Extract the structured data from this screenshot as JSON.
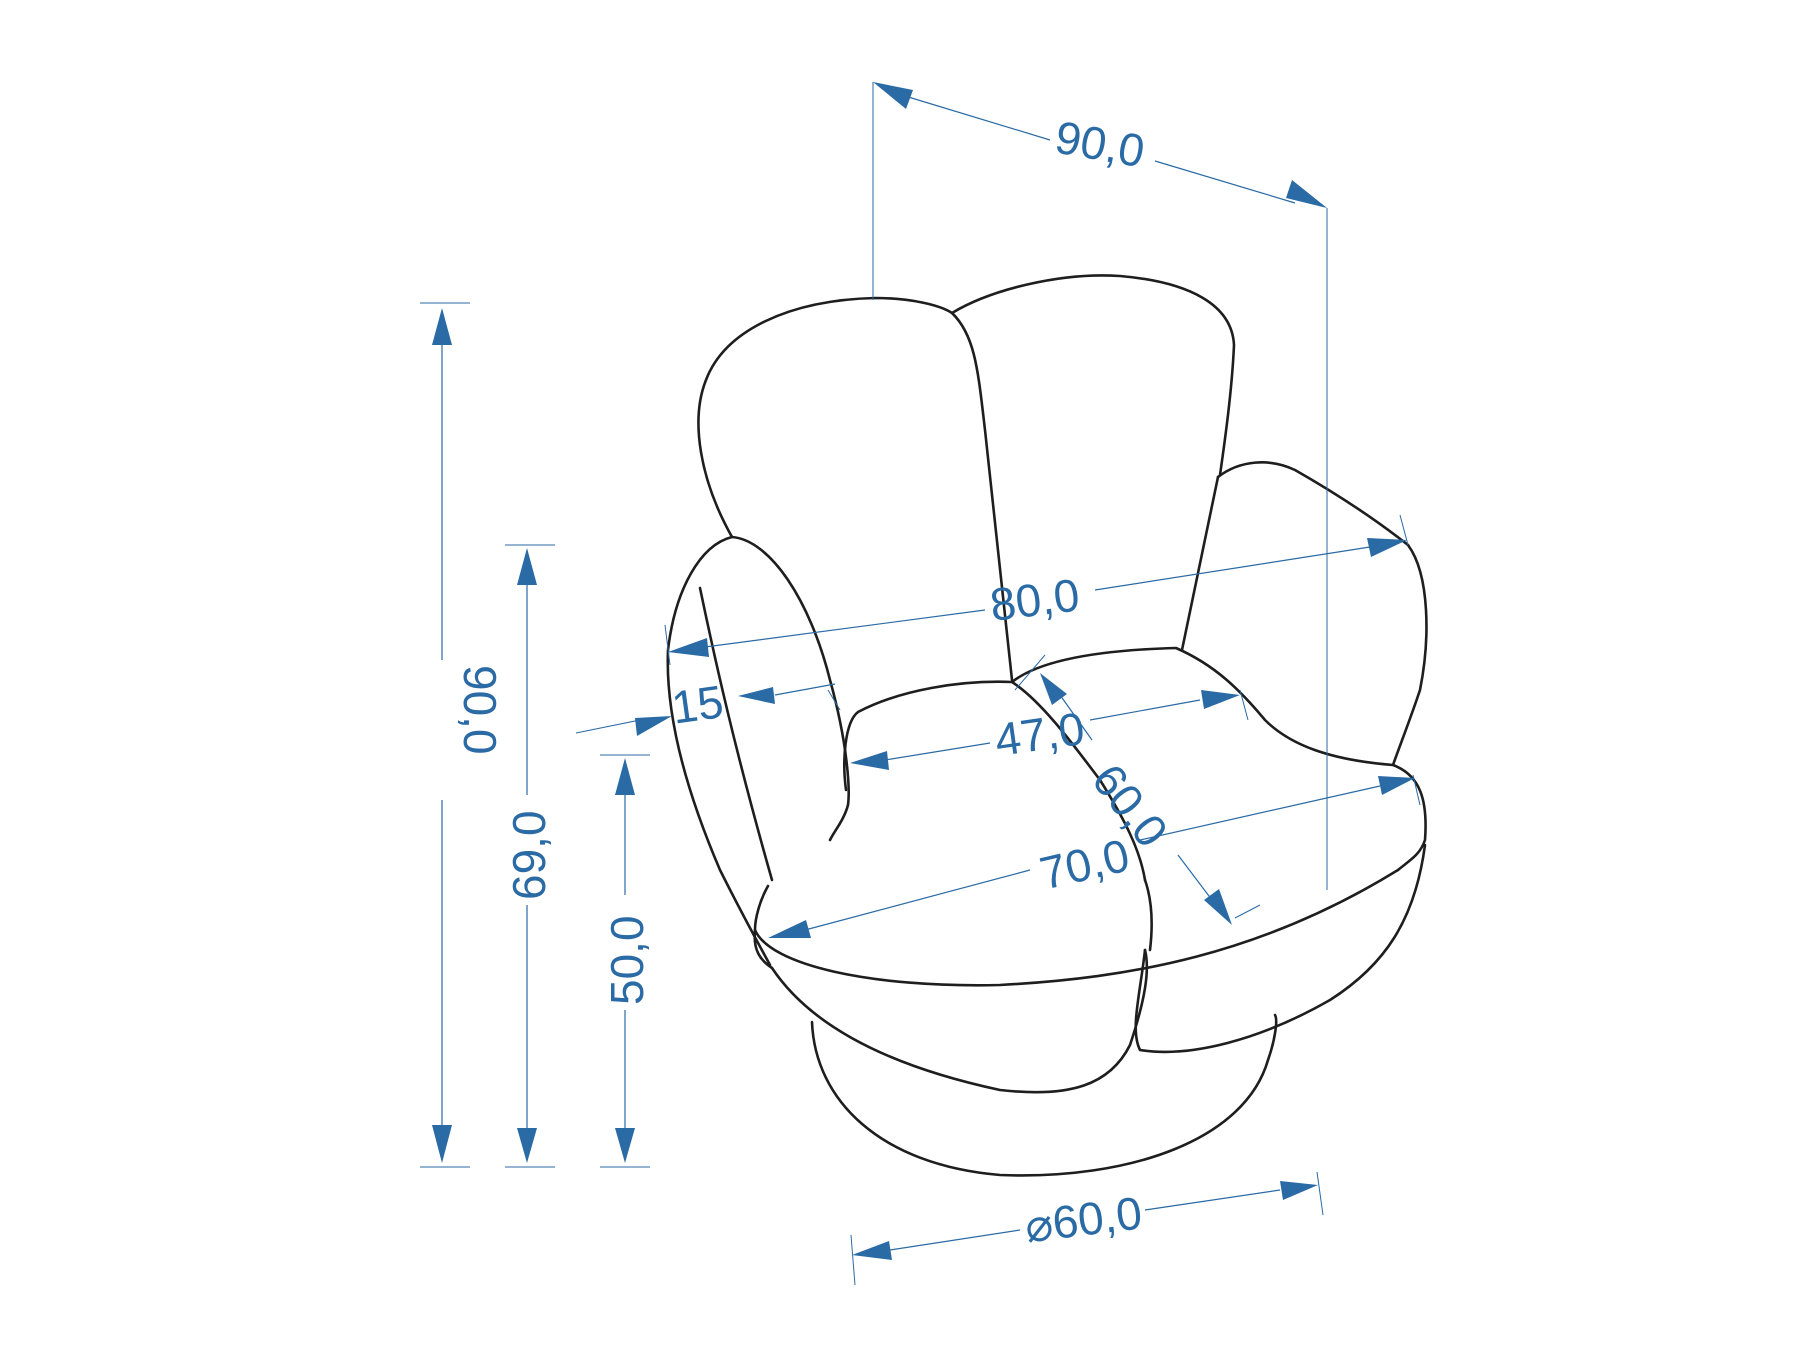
{
  "colors": {
    "dimension": "#2a6aa5",
    "outline": "#1e1e1e",
    "background": "#ffffff"
  },
  "dimensions": {
    "total_width": "90,0",
    "total_height": "90,0",
    "armrest_height": "69,0",
    "seat_height": "50,0",
    "inner_width": "80,0",
    "seat_width": "47,0",
    "armrest_width": "15",
    "seat_depth": "60,0",
    "seat_front_width": "70,0",
    "base_diameter": "⌀60,0"
  }
}
